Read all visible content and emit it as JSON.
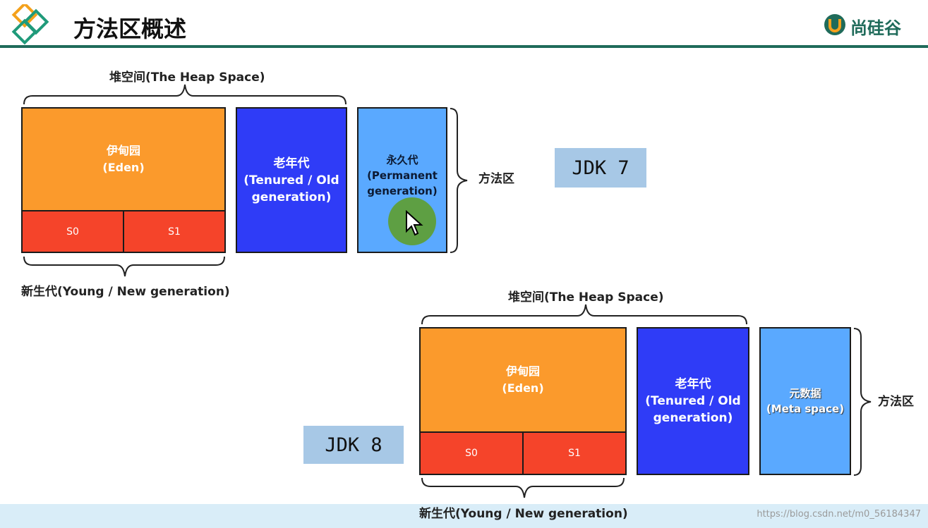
{
  "header": {
    "title": "方法区概述",
    "brand": "尚硅谷"
  },
  "jdk7": {
    "heap_label": "堆空间(The Heap Space)",
    "eden_line1": "伊甸园",
    "eden_line2": "(Eden)",
    "s0": "S0",
    "s1": "S1",
    "old_line1": "老年代",
    "old_line2": "(Tenured / Old",
    "old_line3": "generation)",
    "perm_line1": "永久代",
    "perm_line2": "(Permanent",
    "perm_line3": "generation)",
    "method_area": "方法区",
    "young_label": "新生代(Young / New generation)",
    "jdk_badge": "JDK 7"
  },
  "jdk8": {
    "heap_label": "堆空间(The Heap Space)",
    "eden_line1": "伊甸园",
    "eden_line2": "(Eden)",
    "s0": "S0",
    "s1": "S1",
    "old_line1": "老年代",
    "old_line2": "(Tenured / Old",
    "old_line3": "generation)",
    "meta_line1": "元数据",
    "meta_line2": "(Meta space)",
    "method_area": "方法区",
    "young_label": "新生代(Young / New generation)",
    "jdk_badge": "JDK 8"
  },
  "watermark": "https://blog.csdn.net/m0_56184347"
}
